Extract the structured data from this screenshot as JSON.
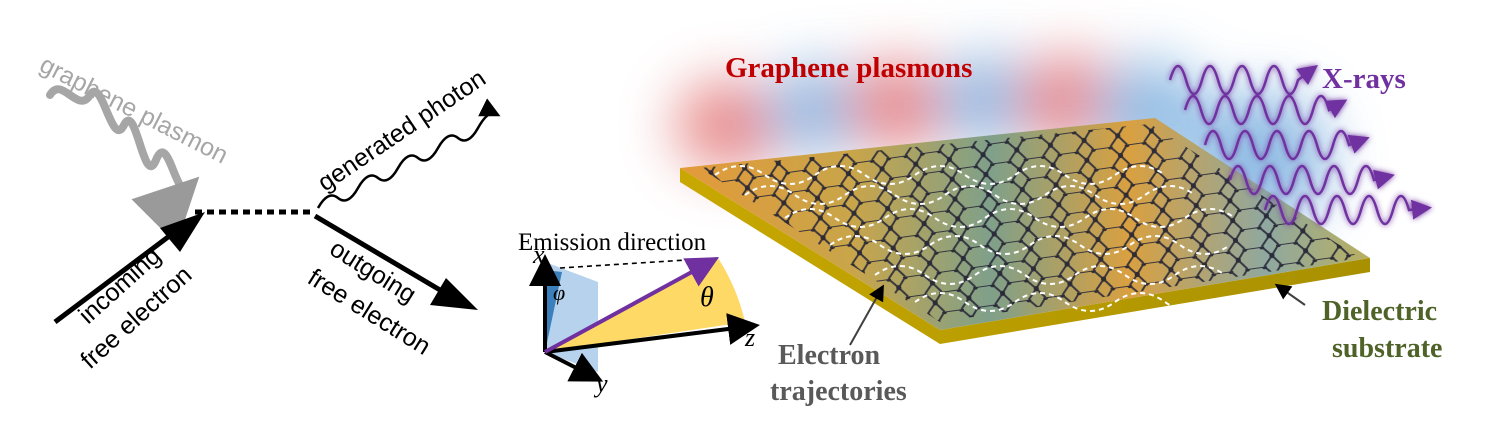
{
  "feynman": {
    "plasmon_label": "graphene plasmon",
    "photon_label": "generated photon",
    "incoming_label_1": "incoming",
    "incoming_label_2": "free electron",
    "outgoing_label_1": "outgoing",
    "outgoing_label_2": "free electron"
  },
  "axes": {
    "title": "Emission direction",
    "x_label": "x",
    "y_label": "y",
    "z_label": "z",
    "theta_label": "θ",
    "phi_label": "φ"
  },
  "scene": {
    "plasmons_label": "Graphene plasmons",
    "xrays_label": "X-rays",
    "trajectories_label_1": "Electron",
    "trajectories_label_2": "trajectories",
    "substrate_label_1": "Dielectric",
    "substrate_label_2": "substrate"
  },
  "colors": {
    "plasmon_text": "#c00000",
    "xray_purple": "#7030a0",
    "substrate_text": "#4f6228",
    "trajectory_text": "#595959",
    "emission_arrow": "#7030a0",
    "theta_fill": "#ffd966",
    "phi_plane": "#9dc3e6",
    "substrate_top": "#d6a000",
    "plasmon_red": "#e06666",
    "plasmon_blue": "#6fa8dc"
  }
}
